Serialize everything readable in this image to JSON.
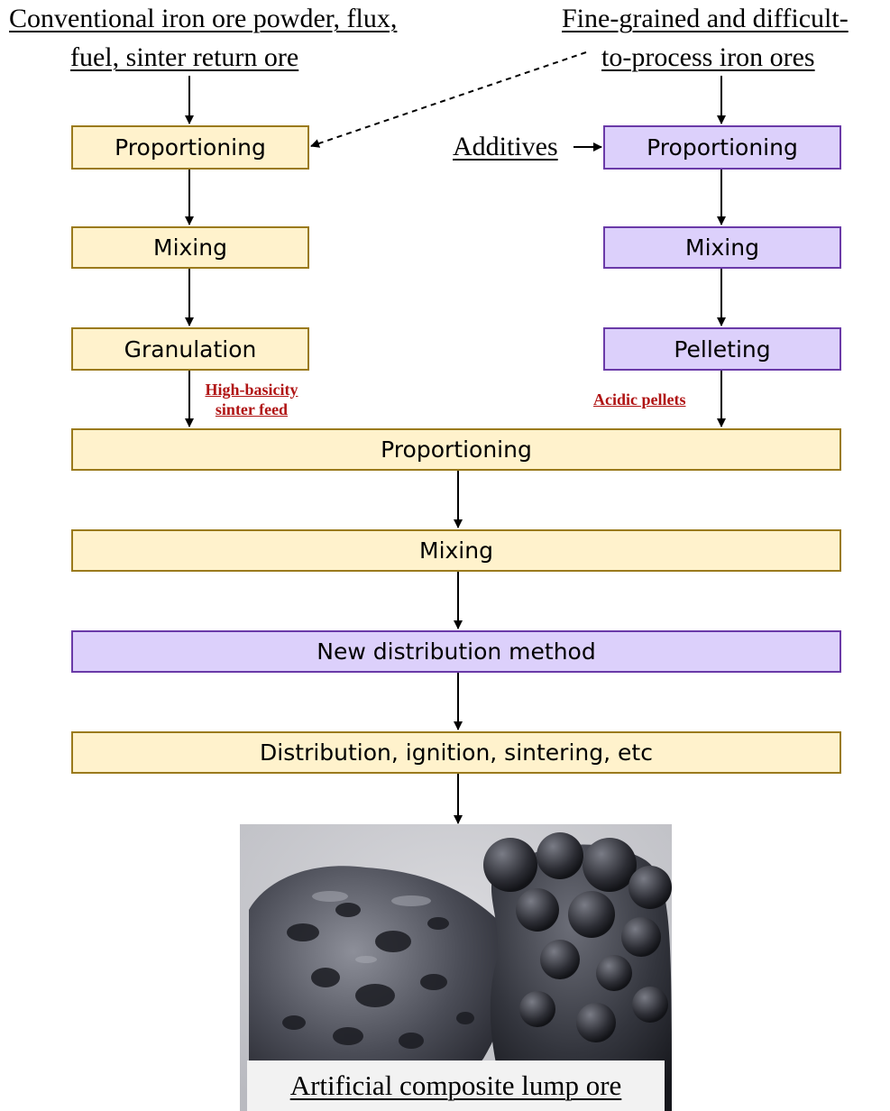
{
  "sources": {
    "left_line1": "Conventional iron ore powder, flux,",
    "left_line2": "fuel, sinter return ore",
    "right_line1": "Fine-grained and difficult-",
    "right_line2": "to-process iron ores",
    "additives": "Additives"
  },
  "left_column": {
    "proportioning": "Proportioning",
    "mixing": "Mixing",
    "granulation": "Granulation"
  },
  "right_column": {
    "proportioning": "Proportioning",
    "mixing": "Mixing",
    "pelleting": "Pelleting"
  },
  "labels": {
    "high_basicity_line1": "High-basicity",
    "high_basicity_line2": "sinter feed",
    "acidic_pellets": "Acidic pellets"
  },
  "main_flow": {
    "proportioning": "Proportioning",
    "mixing": "Mixing",
    "new_distribution": "New distribution method",
    "final_process": "Distribution, ignition, sintering, etc"
  },
  "result": {
    "caption": "Artificial composite lump ore"
  },
  "colors": {
    "yellow_fill": "#fff2cc",
    "yellow_border": "#9a7a1c",
    "purple_fill": "#dcd0fb",
    "purple_border": "#6a3aa8",
    "label_red": "#b01414"
  }
}
